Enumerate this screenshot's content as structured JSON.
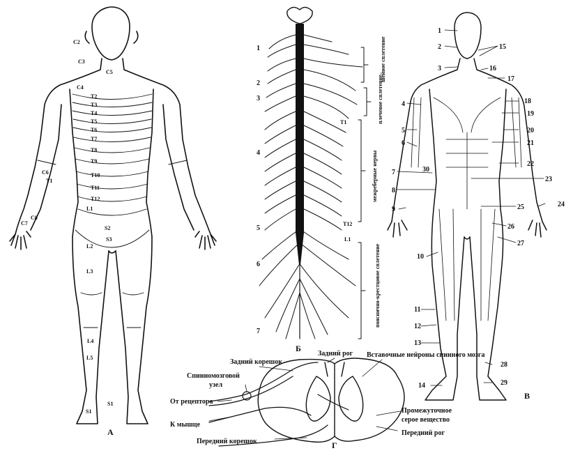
{
  "panels": {
    "a": {
      "caption": "А",
      "dermatome_labels": [
        "C2",
        "C3",
        "C5",
        "C4",
        "T2",
        "T3",
        "T4",
        "T5",
        "T6",
        "T7",
        "T8",
        "T9",
        "T10",
        "T11",
        "T12",
        "L1",
        "S2",
        "S3",
        "C6",
        "T1",
        "C7",
        "C8",
        "L2",
        "L3",
        "L4",
        "L5",
        "S1",
        "S1"
      ]
    },
    "b": {
      "caption": "Б",
      "numbers": [
        "1",
        "2",
        "3",
        "4",
        "5",
        "6",
        "7"
      ],
      "side_labels": [
        "T1",
        "T12",
        "L1"
      ],
      "plexus_labels": [
        "шейное сплетение",
        "плечевое сплетение",
        "межреберные нервы",
        "пояснично-крестцовое сплетение"
      ]
    },
    "v": {
      "caption": "В",
      "numbers_left": [
        "1",
        "2",
        "3",
        "4",
        "5",
        "6",
        "7",
        "8",
        "9",
        "10",
        "11",
        "12",
        "13",
        "14"
      ],
      "numbers_right": [
        "15",
        "16",
        "17",
        "18",
        "19",
        "20",
        "21",
        "22",
        "23",
        "24",
        "25",
        "26",
        "27",
        "28",
        "29",
        "30"
      ]
    },
    "g": {
      "caption": "Г",
      "labels": {
        "posterior_root": "Задний корешок",
        "posterior_horn": "Задний рог",
        "interneurons": "Вставочные нейроны спинного мозга",
        "ganglion_line1": "Спинномозговой",
        "ganglion_line2": "узел",
        "from_receptor": "От рецептора",
        "to_muscle": "К мышце",
        "intermediate_line1": "Промежуточное",
        "intermediate_line2": "серое вещество",
        "anterior_horn": "Передний рог",
        "anterior_root": "Передний корешок"
      }
    }
  }
}
